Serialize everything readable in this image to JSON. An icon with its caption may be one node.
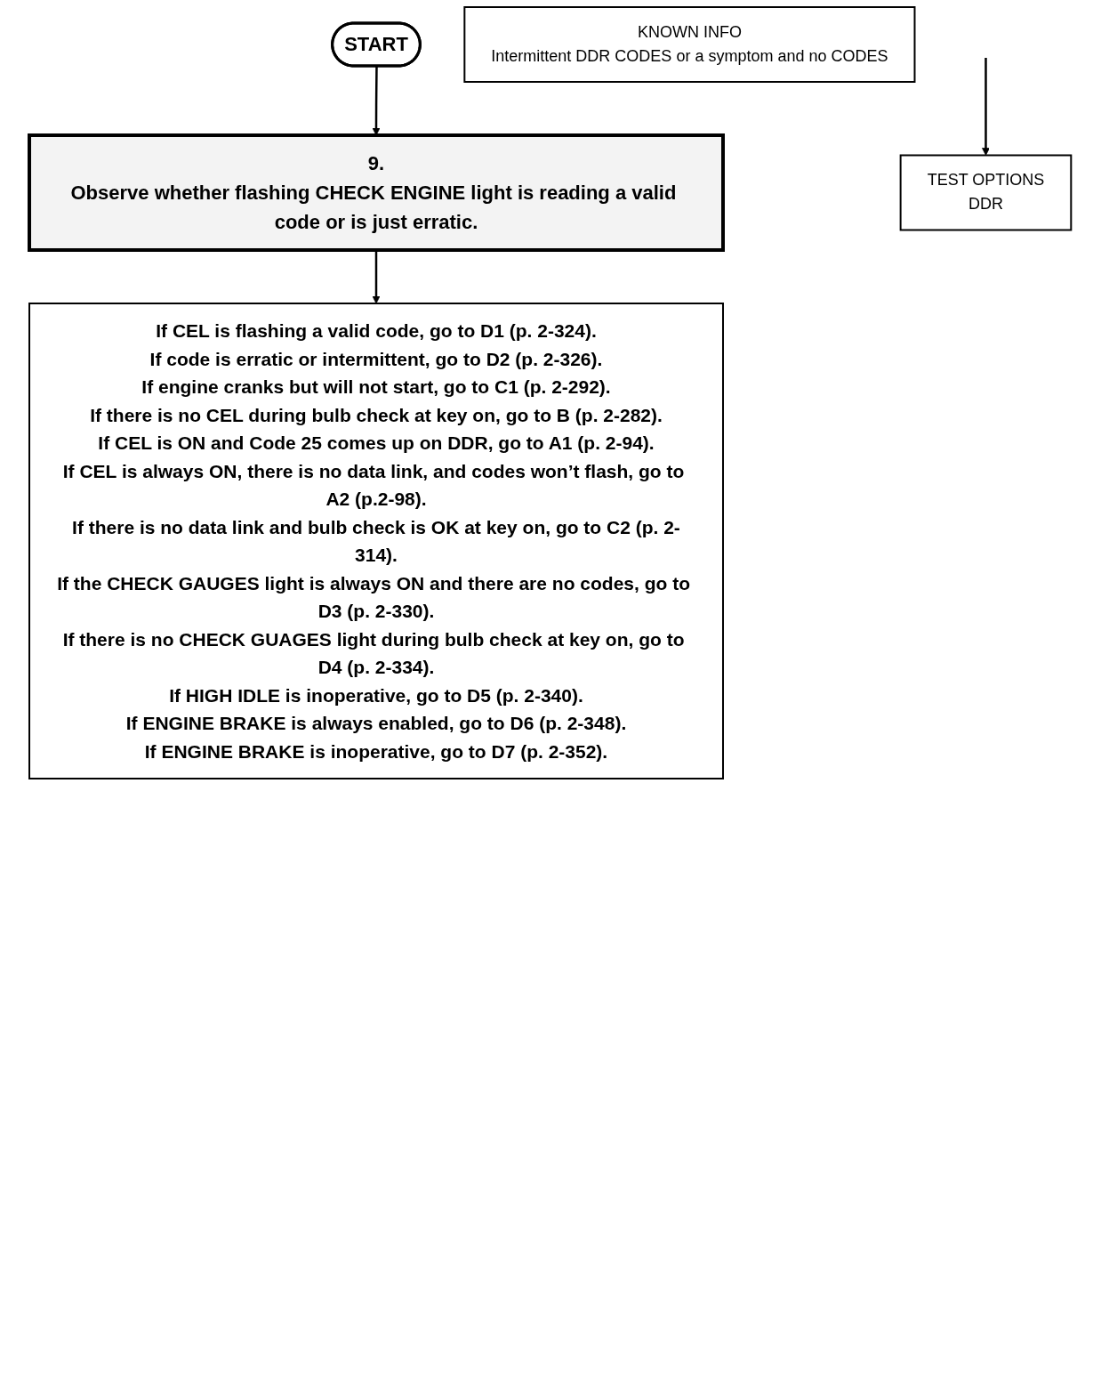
{
  "diagram": {
    "nodes": [
      {
        "text": [
          "START"
        ]
      },
      {
        "text": [
          "KNOWN INFO",
          "Intermittent DDR CODES or a symptom and no CODES"
        ]
      },
      {
        "text": [
          "9.",
          "Observe whether flashing CHECK ENGINE light is reading a valid code or is just erratic."
        ]
      },
      {
        "text": [
          "TEST OPTIONS",
          "DDR"
        ]
      },
      {
        "text": [
          "If CEL is flashing a valid code, go to D1 (p. 2-324).",
          "If code is erratic or intermittent, go to D2 (p. 2-326).",
          "If engine cranks but will not start, go to C1 (p. 2-292).",
          "If there is no CEL during bulb check at key on, go to B (p. 2-282).",
          "If CEL is ON and Code 25 comes up on DDR, go to A1 (p. 2-94).",
          "If CEL is always ON, there is no data link, and codes won’t flash, go to A2 (p.2-98).",
          "If there is no data link and bulb check is OK at key on, go to C2 (p. 2-314).",
          "If the CHECK GAUGES light is always ON and there are no codes, go to D3 (p. 2-330).",
          "If there is no CHECK GUAGES light during bulb check at key on, go to D4 (p. 2-334).",
          "If HIGH IDLE is inoperative, go to D5 (p. 2-340).",
          "If ENGINE BRAKE is always enabled, go to D6 (p. 2-348).",
          "If ENGINE BRAKE is inoperative, go to D7 (p. 2-352)."
        ]
      }
    ],
    "edges": [
      {
        "from": 0,
        "to": 2,
        "arrow": "to"
      },
      {
        "from": 2,
        "to": 4,
        "arrow": "to"
      },
      {
        "from": null,
        "to": 3,
        "arrow": "to"
      }
    ]
  }
}
